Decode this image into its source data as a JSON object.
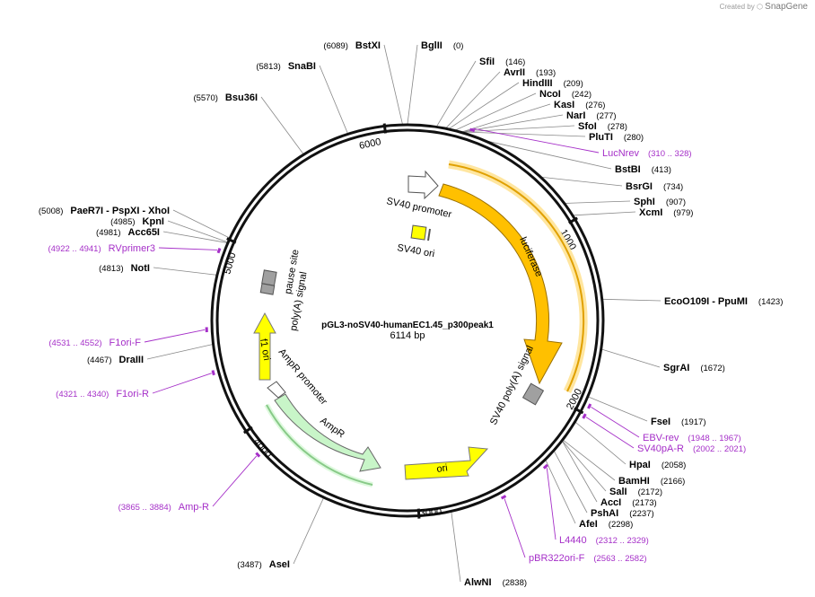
{
  "credit": {
    "prefix": "Created by",
    "brand": "SnapGene"
  },
  "plasmid": {
    "name": "pGL3-noSV40-humanEC1.45_p300peak1",
    "length_label": "6114 bp",
    "length_bp": 6114
  },
  "ticks": [
    "1000",
    "2000",
    "3000",
    "4000",
    "5000",
    "6000"
  ],
  "enzymes": [
    {
      "name": "BglII",
      "pos": "(0)",
      "bp": 0
    },
    {
      "name": "SfiI",
      "pos": "(146)",
      "bp": 146
    },
    {
      "name": "AvrII",
      "pos": "(193)",
      "bp": 193
    },
    {
      "name": "HindIII",
      "pos": "(209)",
      "bp": 209
    },
    {
      "name": "NcoI",
      "pos": "(242)",
      "bp": 242
    },
    {
      "name": "KasI",
      "pos": "(276)",
      "bp": 276
    },
    {
      "name": "NarI",
      "pos": "(277)",
      "bp": 277
    },
    {
      "name": "SfoI",
      "pos": "(278)",
      "bp": 278
    },
    {
      "name": "PluTI",
      "pos": "(280)",
      "bp": 280
    },
    {
      "name": "BstBI",
      "pos": "(413)",
      "bp": 413
    },
    {
      "name": "BsrGI",
      "pos": "(734)",
      "bp": 734
    },
    {
      "name": "SphI",
      "pos": "(907)",
      "bp": 907
    },
    {
      "name": "XcmI",
      "pos": "(979)",
      "bp": 979
    },
    {
      "name": "EcoO109I - PpuMI",
      "pos": "(1423)",
      "bp": 1423
    },
    {
      "name": "SgrAI",
      "pos": "(1672)",
      "bp": 1672
    },
    {
      "name": "FseI",
      "pos": "(1917)",
      "bp": 1917
    },
    {
      "name": "HpaI",
      "pos": "(2058)",
      "bp": 2058
    },
    {
      "name": "BamHI",
      "pos": "(2166)",
      "bp": 2166
    },
    {
      "name": "SalI",
      "pos": "(2172)",
      "bp": 2172
    },
    {
      "name": "AccI",
      "pos": "(2173)",
      "bp": 2173
    },
    {
      "name": "PshAI",
      "pos": "(2237)",
      "bp": 2237
    },
    {
      "name": "AfeI",
      "pos": "(2298)",
      "bp": 2298
    },
    {
      "name": "AlwNI",
      "pos": "(2838)",
      "bp": 2838
    },
    {
      "name": "AseI",
      "pos": "(3487)",
      "bp": 3487
    },
    {
      "name": "DraIII",
      "pos": "(4467)",
      "bp": 4467
    },
    {
      "name": "NotI",
      "pos": "(4813)",
      "bp": 4813
    },
    {
      "name": "Acc65I",
      "pos": "(4981)",
      "bp": 4981
    },
    {
      "name": "KpnI",
      "pos": "(4985)",
      "bp": 4985
    },
    {
      "name": "PaeR7I - PspXI - XhoI",
      "pos": "(5008)",
      "bp": 5008
    },
    {
      "name": "Bsu36I",
      "pos": "(5570)",
      "bp": 5570
    },
    {
      "name": "SnaBI",
      "pos": "(5813)",
      "bp": 5813
    },
    {
      "name": "BstXI",
      "pos": "(6089)",
      "bp": 6089
    }
  ],
  "primers": [
    {
      "name": "LucNrev",
      "pos": "(310 .. 328)",
      "bp": 319
    },
    {
      "name": "EBV-rev",
      "pos": "(1948 .. 1967)",
      "bp": 1957
    },
    {
      "name": "SV40pA-R",
      "pos": "(2002 .. 2021)",
      "bp": 2011
    },
    {
      "name": "L4440",
      "pos": "(2312 .. 2329)",
      "bp": 2320
    },
    {
      "name": "pBR322ori-F",
      "pos": "(2563 .. 2582)",
      "bp": 2572
    },
    {
      "name": "Amp-R",
      "pos": "(3865 .. 3884)",
      "bp": 3874
    },
    {
      "name": "F1ori-R",
      "pos": "(4321 .. 4340)",
      "bp": 4330
    },
    {
      "name": "F1ori-F",
      "pos": "(4531 .. 4552)",
      "bp": 4541
    },
    {
      "name": "RVprimer3",
      "pos": "(4922 .. 4941)",
      "bp": 4931
    }
  ],
  "features": {
    "sv40_promoter": "SV40 promoter",
    "sv40_ori": "SV40 ori",
    "luciferase": "luciferase",
    "sv40_polya": "SV40 poly(A) signal",
    "ori": "ori",
    "ampr": "AmpR",
    "ampr_promoter": "AmpR promoter",
    "f1_ori": "f1 ori",
    "pause_site": "pause site",
    "polya_signal": "poly(A) signal"
  },
  "colors": {
    "backbone": "#111111",
    "primer": "#a52fc8",
    "cds": "#ffc000",
    "ori": "#ffff00",
    "promoter": "#ffffff",
    "ampr": "#c8f5c8",
    "terminator": "#a0a0a0",
    "leader": "#888888"
  }
}
